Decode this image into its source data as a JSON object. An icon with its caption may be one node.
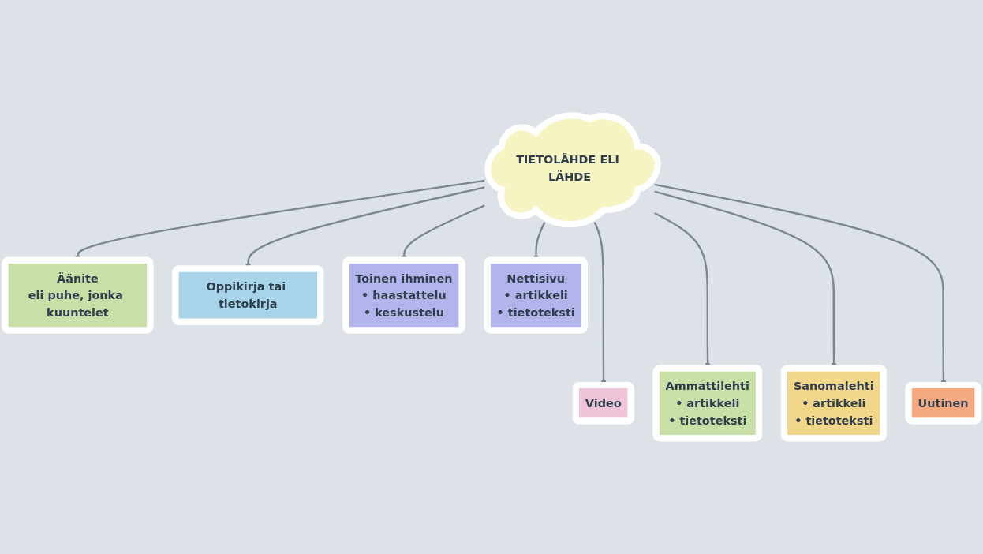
{
  "diagram": {
    "nodes": [
      {
        "text": [
          "TIETOLÄHDE ELI LÄHDE"
        ]
      },
      {
        "text": [
          "Äänite",
          "eli puhe, jonka kuuntelet"
        ]
      },
      {
        "text": [
          "Oppikirja tai tietokirja"
        ]
      },
      {
        "text": [
          "Toinen ihminen",
          "• haastattelu",
          "• keskustelu"
        ]
      },
      {
        "text": [
          "Nettisivu",
          "• artikkeli",
          "• tietoteksti"
        ]
      },
      {
        "text": [
          "Video"
        ]
      },
      {
        "text": [
          "Ammattilehti",
          "• artikkeli",
          "• tietoteksti"
        ]
      },
      {
        "text": [
          "Sanomalehti",
          "• artikkeli",
          "• tietoteksti"
        ]
      },
      {
        "text": [
          "Uutinen"
        ]
      }
    ],
    "edges": [
      {
        "from": 0,
        "to": 1,
        "arrow": "to"
      },
      {
        "from": 0,
        "to": 2,
        "arrow": "to"
      },
      {
        "from": 0,
        "to": 3,
        "arrow": "to"
      },
      {
        "from": 0,
        "to": 4,
        "arrow": "to"
      },
      {
        "from": 0,
        "to": 5,
        "arrow": "to"
      },
      {
        "from": 0,
        "to": 6,
        "arrow": "to"
      },
      {
        "from": 0,
        "to": 7,
        "arrow": "to"
      },
      {
        "from": 0,
        "to": 8,
        "arrow": "to"
      }
    ]
  }
}
